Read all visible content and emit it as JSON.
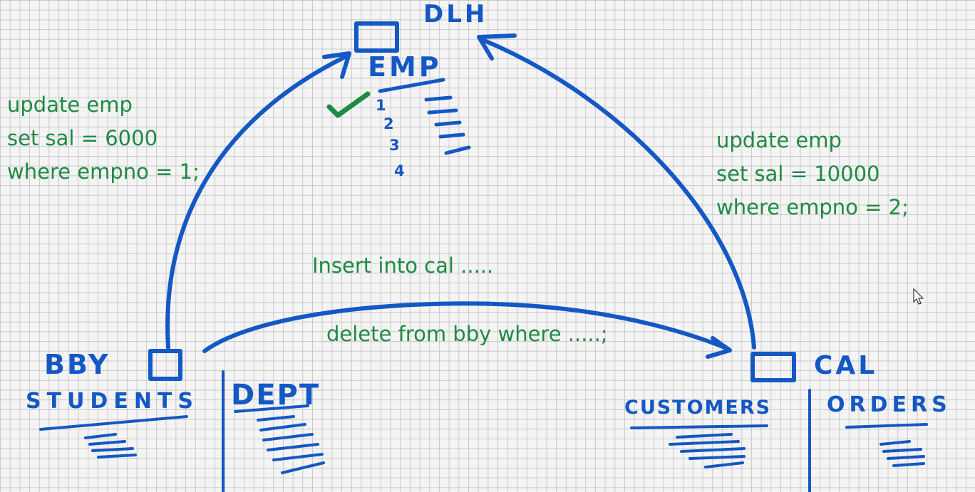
{
  "databases": {
    "dlh": {
      "label": "DLH",
      "table": "EMP",
      "row_numbers": [
        "1",
        "2",
        "3",
        "4"
      ]
    },
    "bby": {
      "label": "BBY",
      "tables": [
        "STUDENTS",
        "DEPT"
      ]
    },
    "cal": {
      "label": "CAL",
      "tables": [
        "CUSTOMERS",
        "ORDERS"
      ]
    }
  },
  "statements": {
    "left_update": [
      "update emp",
      "set sal = 6000",
      "where empno = 1;"
    ],
    "right_update": [
      "update emp",
      "set sal = 10000",
      "where empno = 2;"
    ],
    "insert": "Insert into cal .....",
    "delete": "delete from bby where .....;"
  },
  "colors": {
    "ink_blue": "#1358c4",
    "ink_green": "#1f8a43",
    "grid": "#c9c9c9"
  },
  "icons": {
    "check": "checkmark-icon",
    "cursor": "mouse-pointer-icon"
  }
}
